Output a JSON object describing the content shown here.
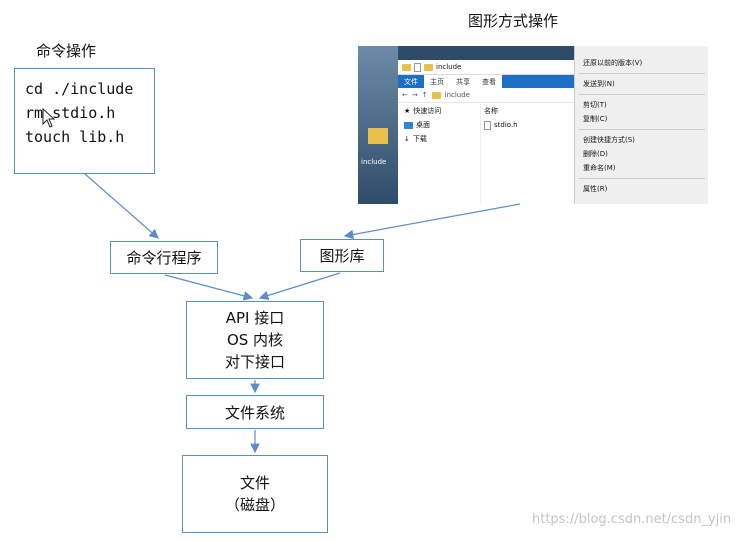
{
  "labels": {
    "cmd_ops": "命令操作",
    "gui_ops": "图形方式操作"
  },
  "commands": [
    "cd ./include",
    "rm stdio.h",
    "touch lib.h"
  ],
  "boxes": {
    "cmd_program": "命令行程序",
    "gui_lib": "图形库",
    "kernel": [
      "API 接口",
      "OS 内核",
      "对下接口"
    ],
    "fs": "文件系统",
    "file": [
      "文件",
      "（磁盘）"
    ]
  },
  "screenshot": {
    "title": "include",
    "desktop_icon": "include",
    "tabs": [
      "文件",
      "主页",
      "共享",
      "查看"
    ],
    "path": "include",
    "nav": [
      "快速访问",
      "桌面",
      "下载"
    ],
    "column": "名称",
    "file": "stdio.h",
    "menu": [
      "还原以前的版本(V)",
      "发送到(N)",
      "剪切(T)",
      "复制(C)",
      "创建快捷方式(S)",
      "删除(D)",
      "重命名(M)",
      "属性(R)"
    ]
  },
  "watermark": "https://blog.csdn.net/csdn_yjin",
  "colors": {
    "border": "#5b8ec9",
    "arrow": "#5b8ec9"
  }
}
